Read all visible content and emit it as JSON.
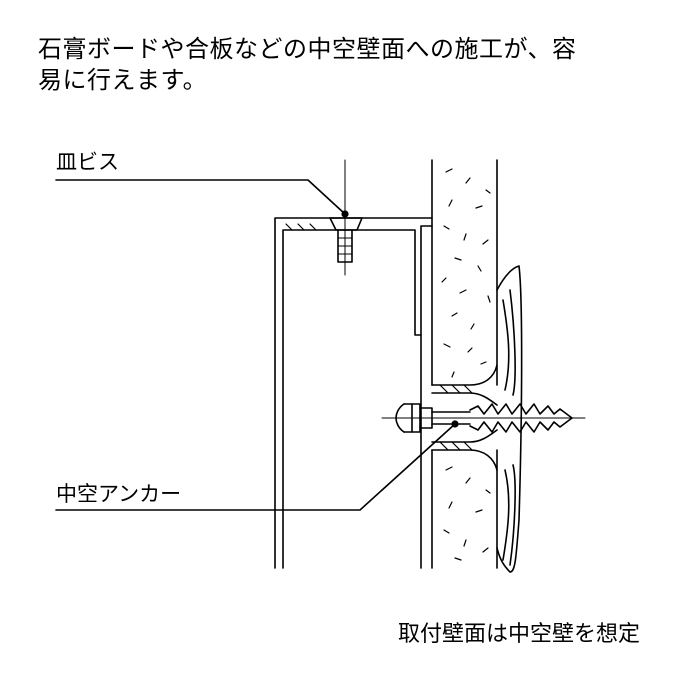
{
  "intro": {
    "line1": "石膏ボードや合板などの中空壁面への施工が、容",
    "line2": "易に行えます。"
  },
  "labels": {
    "countersunk_screw": "皿ビス",
    "hollow_anchor": "中空アンカー"
  },
  "footnote": "取付壁面は中空壁を想定",
  "colors": {
    "line": "#000000",
    "background": "#ffffff"
  }
}
